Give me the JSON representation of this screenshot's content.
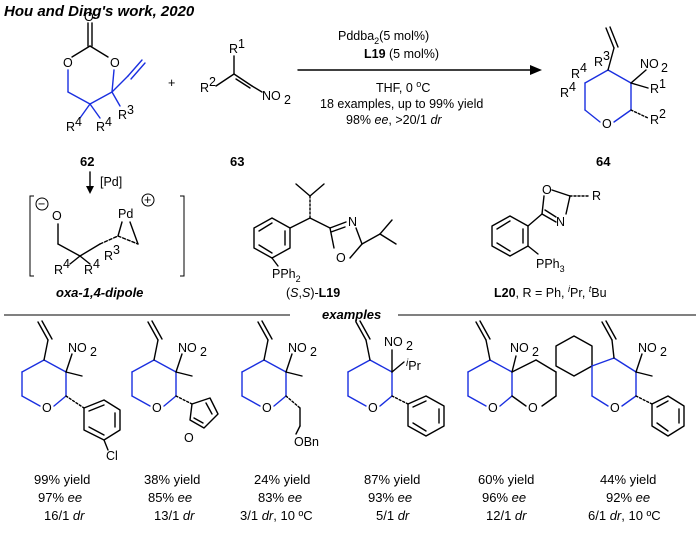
{
  "title": "Hou and Ding's work, 2020",
  "compounds": {
    "c62": "62",
    "c63": "63",
    "c64": "64"
  },
  "conditions": {
    "line1": "Pddba",
    "line1_sub": "2",
    "line1_rest": "(5 mol%)",
    "line2": "L19",
    "line2_rest": " (5 mol%)",
    "line3": "THF, 0 ",
    "line3_deg": "o",
    "line3_c": "C",
    "line4": "18 examples,  up to 99% yield",
    "line5a": "98% ",
    "line5_ee": "ee",
    "line5b": ", >20/1 ",
    "line5_dr": "dr"
  },
  "pd_label": "[Pd]",
  "dipole_name": "oxa-1,4-dipole",
  "ligands": {
    "l19_prefix": "(",
    "l19_s1": "S",
    "l19_comma": ",",
    "l19_s2": "S",
    "l19_mid": ")-",
    "l19_name": "L19",
    "l20_name": "L20",
    "l20_r": ", R = Ph, ",
    "l20_i": "i",
    "l20_pr": "Pr, ",
    "l20_t": "t",
    "l20_bu": "Bu"
  },
  "examples_header": "examples",
  "examples": [
    {
      "yield": "99% yield",
      "ee_num": "97% ",
      "ee": "ee",
      "dr_num": "16/1 ",
      "dr": "dr",
      "dr_extra": ""
    },
    {
      "yield": "38% yield",
      "ee_num": "85% ",
      "ee": "ee",
      "dr_num": "13/1 ",
      "dr": "dr",
      "dr_extra": ""
    },
    {
      "yield": "24% yield",
      "ee_num": "83% ",
      "ee": "ee",
      "dr_num": "3/1 ",
      "dr": "dr",
      "dr_extra": ", 10 ºC"
    },
    {
      "yield": "87% yield",
      "ee_num": "93% ",
      "ee": "ee",
      "dr_num": "5/1 ",
      "dr": "dr",
      "dr_extra": ""
    },
    {
      "yield": "60% yield",
      "ee_num": "96% ",
      "ee": "ee",
      "dr_num": "12/1 ",
      "dr": "dr",
      "dr_extra": ""
    },
    {
      "yield": "44% yield",
      "ee_num": "92% ",
      "ee": "ee",
      "dr_num": "6/1 ",
      "dr": "dr",
      "dr_extra": ", 10 ºC"
    }
  ],
  "atoms": {
    "O": "O",
    "N": "N",
    "Pd": "Pd",
    "R": "R",
    "R1": "1",
    "R2": "2",
    "R3": "3",
    "R4": "4",
    "NO2": "NO",
    "sub2": "2",
    "PPh": "PPh",
    "PPh3": "3",
    "Cl": "Cl",
    "OBn": "OBn",
    "iPr_i": "i",
    "iPr_pr": "Pr",
    "plus": "+",
    "minus": "−"
  }
}
